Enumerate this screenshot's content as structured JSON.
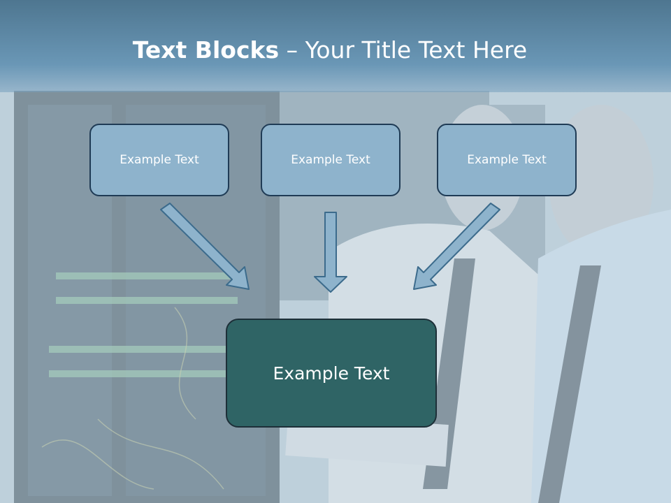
{
  "slide": {
    "title_bold": "Text Blocks",
    "title_dash": " – ",
    "title_rest": "Your Title Text Here",
    "blocks": [
      {
        "label": "Example Text"
      },
      {
        "label": "Example Text"
      },
      {
        "label": "Example Text"
      }
    ],
    "main_block": {
      "label": "Example Text"
    }
  },
  "colors": {
    "title_bar": "#5f8aa8",
    "top_box_fill": "#8eb3cc",
    "main_box_fill": "#2f6465",
    "box_border": "#1f3b55"
  }
}
